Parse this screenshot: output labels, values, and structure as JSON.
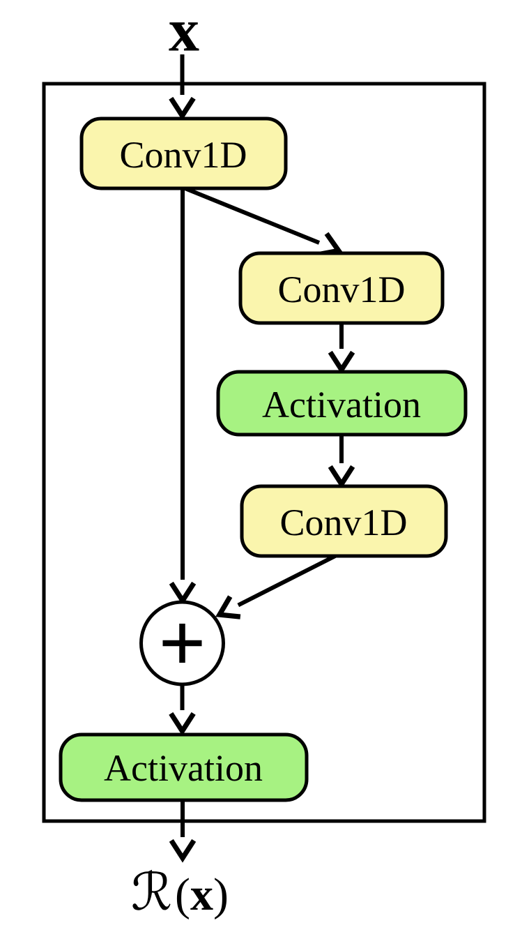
{
  "diagram": {
    "title": "residual-block",
    "input_label": "x",
    "output_label": {
      "script_r": "ℛ",
      "open_paren": "(",
      "arg": "x",
      "close_paren": ")"
    },
    "operator_label": "+",
    "nodes": [
      {
        "id": "conv1",
        "label": "Conv1D",
        "type": "conv"
      },
      {
        "id": "conv2",
        "label": "Conv1D",
        "type": "conv"
      },
      {
        "id": "act1",
        "label": "Activation",
        "type": "activation"
      },
      {
        "id": "conv3",
        "label": "Conv1D",
        "type": "conv"
      },
      {
        "id": "act2",
        "label": "Activation",
        "type": "activation"
      }
    ],
    "edges": [
      {
        "from": "input",
        "to": "conv1"
      },
      {
        "from": "conv1",
        "to": "sum",
        "kind": "skip-connection"
      },
      {
        "from": "conv1",
        "to": "conv2"
      },
      {
        "from": "conv2",
        "to": "act1"
      },
      {
        "from": "act1",
        "to": "conv3"
      },
      {
        "from": "conv3",
        "to": "sum"
      },
      {
        "from": "sum",
        "to": "act2"
      },
      {
        "from": "act2",
        "to": "output"
      }
    ],
    "colors": {
      "conv_fill": "#FAF5AD",
      "activation_fill": "#A7F282",
      "stroke": "#000000",
      "background": "#FFFFFF"
    }
  }
}
